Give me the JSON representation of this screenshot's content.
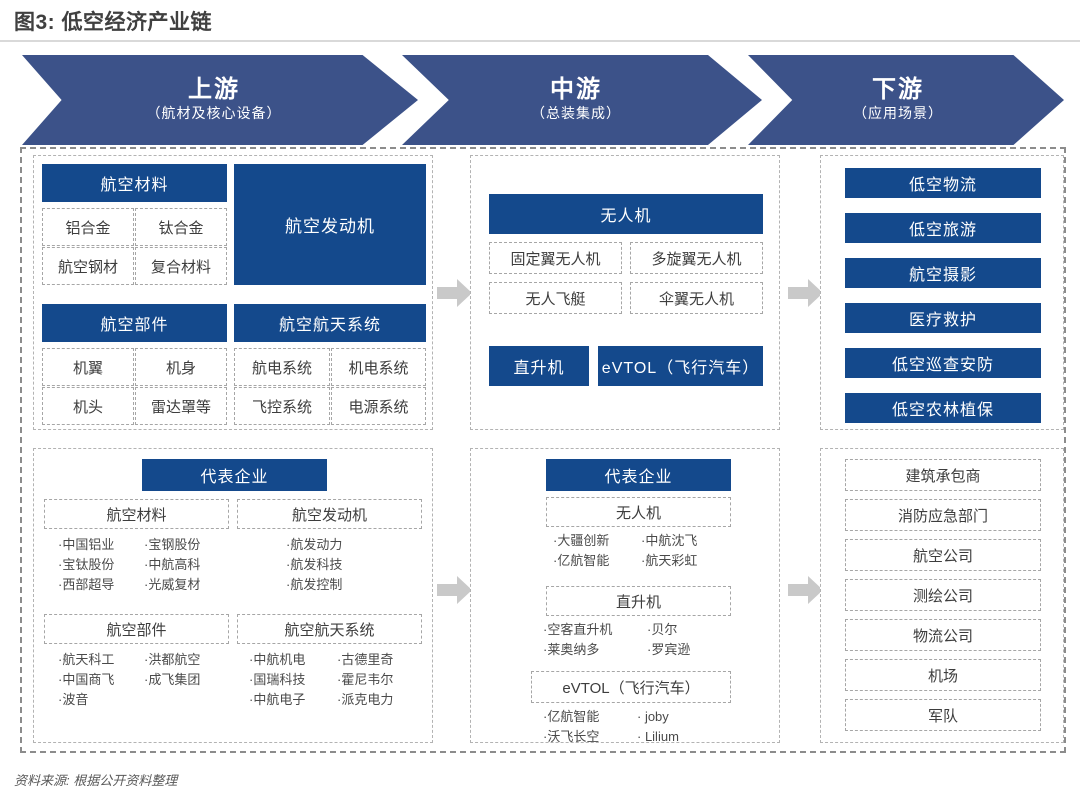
{
  "figure": {
    "title": "图3: 低空经济产业链",
    "source": "资料来源: 根据公开资料整理"
  },
  "colors": {
    "banner_blue": "#3c5289",
    "box_blue": "#14498c",
    "dash_gray": "#a6a6a6",
    "arrow_gray": "#c9c9c9"
  },
  "banners": [
    {
      "name": "上游",
      "subtitle": "（航材及核心设备）"
    },
    {
      "name": "中游",
      "subtitle": "（总装集成）"
    },
    {
      "name": "下游",
      "subtitle": "（应用场景）"
    }
  ],
  "upstream": {
    "materials_header": "航空材料",
    "materials_items": [
      "铝合金",
      "钛合金",
      "航空钢材",
      "复合材料"
    ],
    "engine_header": "航空发动机",
    "parts_header": "航空部件",
    "aerospace_header": "航空航天系统",
    "parts_items": [
      "机翼",
      "机身",
      "机头",
      "雷达罩等"
    ],
    "aerospace_items": [
      "航电系统",
      "机电系统",
      "飞控系统",
      "电源系统"
    ],
    "companies_header": "代表企业",
    "groups": [
      {
        "title": "航空材料",
        "col1": [
          "·中国铝业",
          "·宝钛股份",
          "·西部超导"
        ],
        "col2": [
          "·宝钢股份",
          "·中航高科",
          "·光威复材"
        ]
      },
      {
        "title": "航空发动机",
        "col1": [
          "·航发动力",
          "·航发科技",
          "·航发控制"
        ],
        "col2": []
      },
      {
        "title": "航空部件",
        "col1": [
          "·航天科工",
          "·中国商飞",
          "·波音"
        ],
        "col2": [
          "·洪都航空",
          "·成飞集团"
        ]
      },
      {
        "title": "航空航天系统",
        "col1": [
          "·中航机电",
          "·国瑞科技",
          "·中航电子"
        ],
        "col2": [
          "·古德里奇",
          "·霍尼韦尔",
          "·派克电力"
        ]
      }
    ]
  },
  "midstream": {
    "uav_header": "无人机",
    "uav_items": [
      "固定翼无人机",
      "多旋翼无人机",
      "无人飞艇",
      "伞翼无人机"
    ],
    "helicopter_box": "直升机",
    "evtol_box": "eVTOL（飞行汽车）",
    "companies_header": "代表企业",
    "groups": [
      {
        "title": "无人机",
        "col1": [
          "·大疆创新",
          "·亿航智能"
        ],
        "col2": [
          "·中航沈飞",
          "·航天彩虹"
        ]
      },
      {
        "title": "直升机",
        "col1": [
          "·空客直升机",
          "·莱奥纳多"
        ],
        "col2": [
          "·贝尔",
          "·罗宾逊"
        ]
      },
      {
        "title": "eVTOL（飞行汽车）",
        "col1": [
          "·亿航智能",
          "·沃飞长空"
        ],
        "col2": [
          "· joby",
          "· Lilium"
        ]
      }
    ]
  },
  "downstream": {
    "scenarios": [
      "低空物流",
      "低空旅游",
      "航空摄影",
      "医疗救护",
      "低空巡查安防",
      "低空农林植保"
    ],
    "customers": [
      "建筑承包商",
      "消防应急部门",
      "航空公司",
      "测绘公司",
      "物流公司",
      "机场",
      "军队"
    ]
  }
}
